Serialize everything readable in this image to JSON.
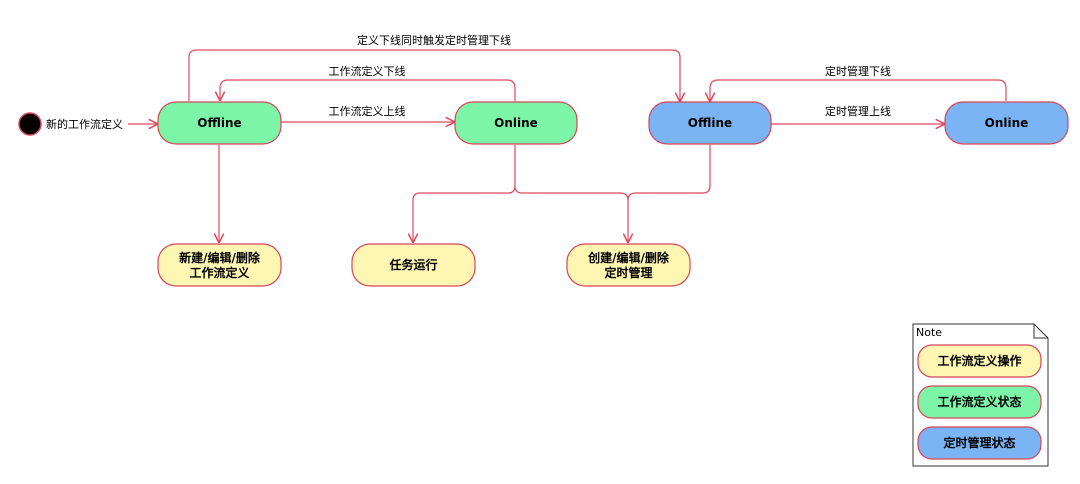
{
  "colors": {
    "green_fill": "#7df5a8",
    "blue_fill": "#7ab4f5",
    "yellow_fill": "#fff6b3",
    "border": "#d6455a",
    "edge": "#e0485e",
    "start": "#000000"
  },
  "start_label": "新的工作流定义",
  "states": {
    "wf_offline": "Offline",
    "wf_online": "Online",
    "sched_offline": "Offline",
    "sched_online": "Online"
  },
  "actions": {
    "edit_workflow": [
      "新建/编辑/删除",
      "工作流定义"
    ],
    "run_task": [
      "任务运行"
    ],
    "edit_schedule": [
      "创建/编辑/删除",
      "定时管理"
    ]
  },
  "edges": {
    "wf_publish": "工作流定义上线",
    "wf_unpublish": "工作流定义下线",
    "wf_unpublish_triggers": "定义下线同时触发定时管理下线",
    "sched_publish": "定时管理上线",
    "sched_unpublish": "定时管理下线"
  },
  "legend": {
    "title": "Note",
    "items": [
      {
        "label": "工作流定义操作",
        "kind": "yellow"
      },
      {
        "label": "工作流定义状态",
        "kind": "green"
      },
      {
        "label": "定时管理状态",
        "kind": "blue"
      }
    ]
  }
}
